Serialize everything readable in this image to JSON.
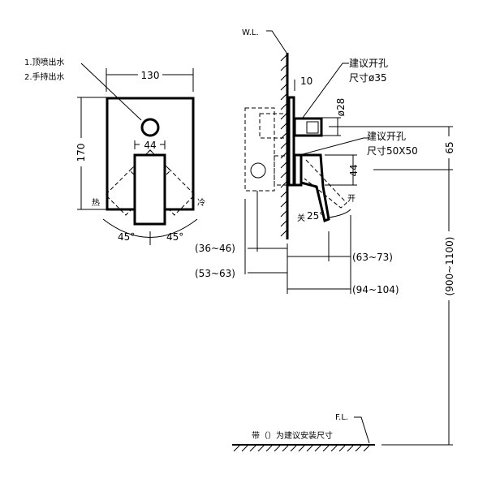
{
  "front_view": {
    "outlet_labels": [
      "1.顶喷出水",
      "2.手持出水"
    ],
    "width_dim": "130",
    "height_dim": "170",
    "handle_width_dim": "44",
    "hot_label": "热",
    "cold_label": "冷",
    "angle_left": "45°",
    "angle_right": "45°"
  },
  "side_view": {
    "wall_label": "W.L.",
    "plate_thickness_dim": "10",
    "hole_note_1": [
      "建议开孔",
      "尺寸ø35"
    ],
    "knob_dim": "ø28",
    "hole_note_2": [
      "建议开孔",
      "尺寸50X50"
    ],
    "lever_dim": "44",
    "vertical_offset_dim": "65",
    "open_label": "开",
    "close_label": "关",
    "lever_angle": "25°",
    "depth_dims": [
      "(36~46)",
      "(53~63)",
      "(63~73)",
      "(94~104)"
    ],
    "height_dim": "(900~1100)"
  },
  "floor": {
    "floor_label": "F.L.",
    "note": "带（）为建议安装尺寸"
  }
}
